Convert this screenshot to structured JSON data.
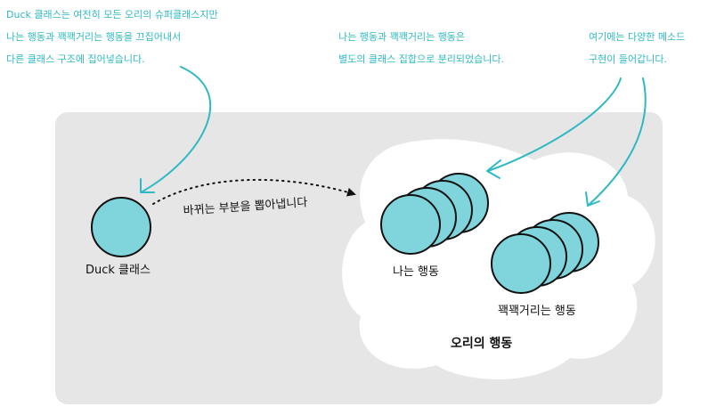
{
  "annotations": {
    "duck": [
      "Duck 클래스는 여전히 모든 오리의 슈퍼클래스지만",
      "나는 행동과 꽥꽥거리는 행동을 끄집어내서",
      "다른 클래스 구조에 집어넣습니다."
    ],
    "separate": [
      "나는 행동과 꽥꽥거리는 행동은",
      "별도의 클래스 집합으로 분리되었습니다."
    ],
    "impl": [
      "여기에는 다양한 메소드",
      "구현이 들어갑니다."
    ]
  },
  "labels": {
    "duck_class": "Duck 클래스",
    "extract_arrow": "바뀌는 부분을 뽑아냅니다",
    "fly_behavior": "나는 행동",
    "quack_behavior": "꽥꽥거리는 행동",
    "duck_behaviors": "오리의 행동"
  },
  "colors": {
    "annotation": "#2fb9c4",
    "circle_fill": "#7fd5db",
    "panel": "#e6e6e6",
    "cloud": "#ffffff"
  }
}
